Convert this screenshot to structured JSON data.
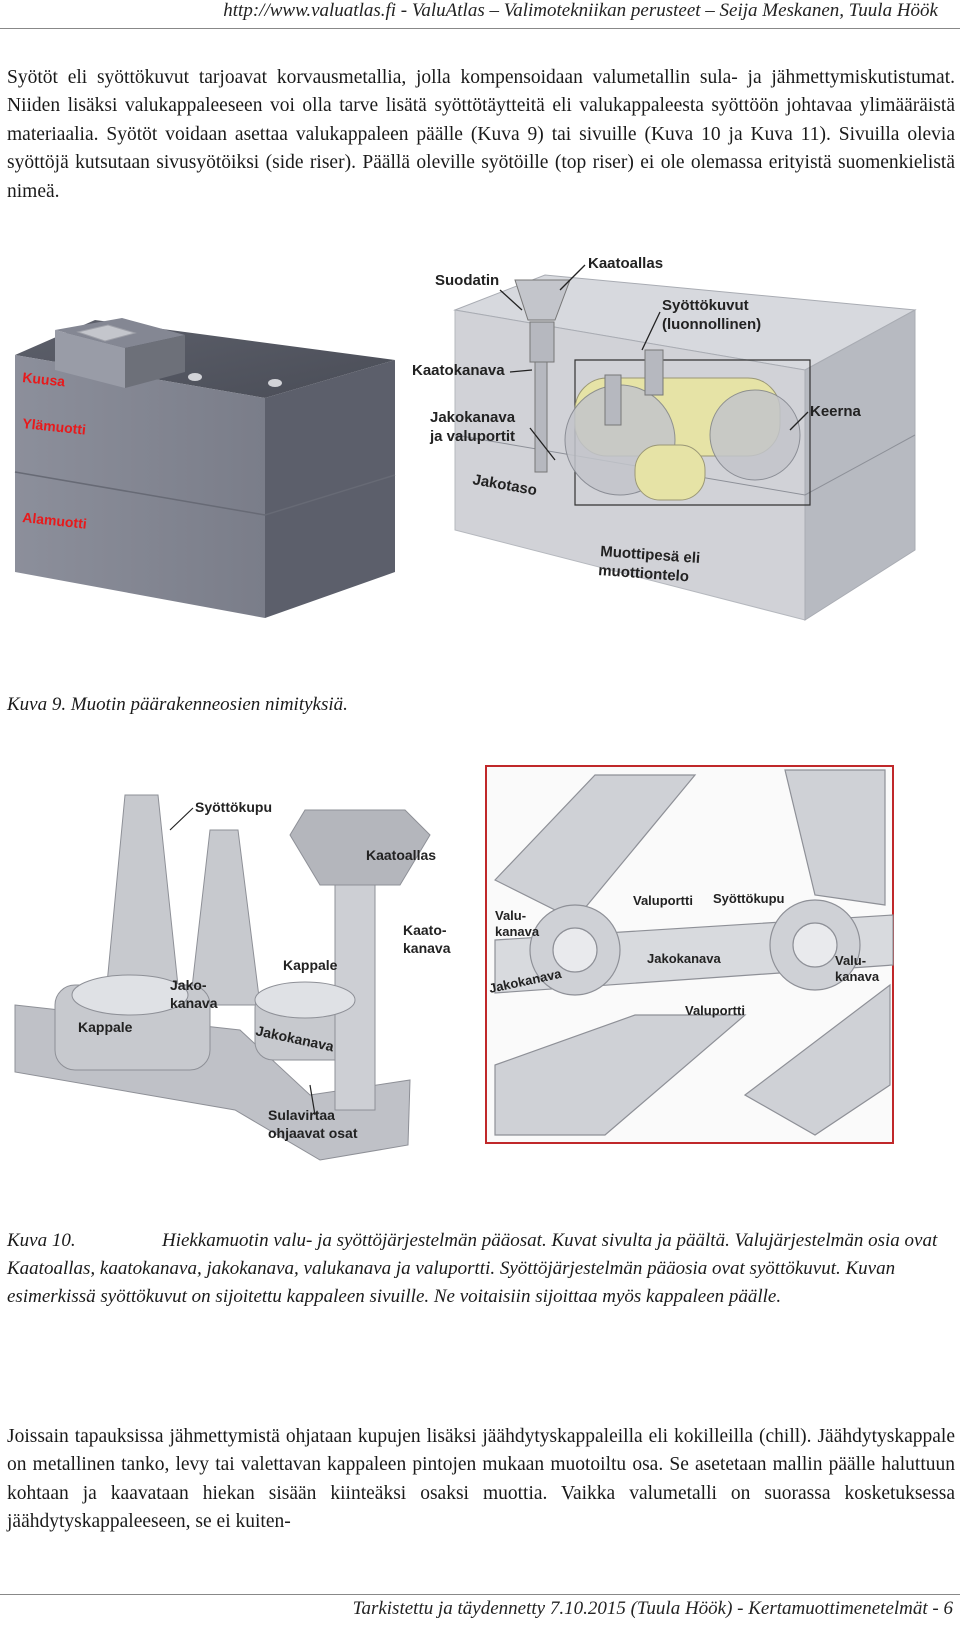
{
  "header": {
    "text": "http://www.valuatlas.fi - ValuAtlas – Valimotekniikan perusteet – Seija Meskanen, Tuula Höök"
  },
  "paragraph1": "Syötöt eli syöttökuvut tarjoavat korvausmetallia, jolla kompensoidaan valumetallin sula- ja jähmettymiskutistumat. Niiden lisäksi valukappaleeseen voi olla tarve lisätä syöttötäytteitä eli valukappaleesta syöttöön johtavaa ylimääräistä materiaalia. Syötöt voidaan asettaa valukappaleen päälle (Kuva 9) tai sivuille (Kuva 10 ja Kuva 11). Sivuilla olevia syöttöjä kutsutaan sivusyötöiksi (side riser). Päällä oleville syötöille (top riser) ei ole olemassa erityistä suomenkielistä nimeä.",
  "figure9": {
    "left_labels": {
      "kuusa": "Kuusa",
      "ylamuotti": "Ylämuotti",
      "alamuotti": "Alamuotti"
    },
    "right_labels": {
      "suodatin": "Suodatin",
      "kaatoallas": "Kaatoallas",
      "syottokuvut_1": "Syöttökuvut",
      "syottokuvut_2": "(luonnollinen)",
      "kaatokanava": "Kaatokanava",
      "jakokanava_1": "Jakokanava",
      "jakokanava_2": "ja valuportit",
      "keerna": "Keerna",
      "jakotaso": "Jakotaso",
      "muottipesa_1": "Muottipesä eli",
      "muottipesa_2": "muottiontelo"
    },
    "caption": "Kuva 9. Muotin päärakenneosien nimityksiä."
  },
  "figure10": {
    "left_labels": {
      "syottokupu": "Syöttökupu",
      "kaatoallas": "Kaatoallas",
      "kaato_1": "Kaato-",
      "kaato_2": "kanava",
      "kappale_1": "Kappale",
      "jako_1": "Jako-",
      "jako_2": "kanava",
      "kappale_2": "Kappale",
      "jakokanava": "Jakokanava",
      "sulavirtaa_1": "Sulavirtaa",
      "sulavirtaa_2": "ohjaavat osat"
    },
    "right_labels": {
      "valuportti_1": "Valuportti",
      "syottokupu": "Syöttökupu",
      "valu_1a": "Valu-",
      "valu_1b": "kanava",
      "jakokanava_1": "Jakokanava",
      "jakokanava_2": "Jakokanava",
      "valu_2a": "Valu-",
      "valu_2b": "kanava",
      "valuportti_2": "Valuportti"
    },
    "caption_num": "Kuva 10.",
    "caption_text": "Hiekkamuotin valu- ja syöttöjärjestelmän pääosat. Kuvat sivulta ja päältä. Valujärjestelmän osia ovat Kaatoallas, kaatokanava, jakokanava, valukanava ja valuportti. Syöttöjärjestelmän pääosia ovat syöttökuvut. Kuvan esimerkissä syöttökuvut on sijoitettu kappaleen sivuille. Ne voitaisiin sijoittaa myös kappaleen päälle."
  },
  "paragraph2": "Joissain tapauksissa jähmettymistä ohjataan kupujen lisäksi jäähdytyskappaleilla eli kokilleilla (chill). Jäähdytyskappale on metallinen tanko, levy tai valettavan kappaleen pintojen mukaan muotoiltu osa. Se asetetaan mallin päälle haluttuun kohtaan ja kaavataan hiekan sisään kiinteäksi osaksi muottia. Vaikka valumetalli on suorassa kosketuksessa jäähdytyskappaleeseen, se ei kuiten-",
  "footer": {
    "text": "Tarkistettu ja täydennetty 7.10.2015 (Tuula Höök) - Kertamuottimenetelmät - 6"
  },
  "colors": {
    "label_red": "#e8191b",
    "frame_red": "#c0282a",
    "mold_gray": "#7c7f8c"
  }
}
